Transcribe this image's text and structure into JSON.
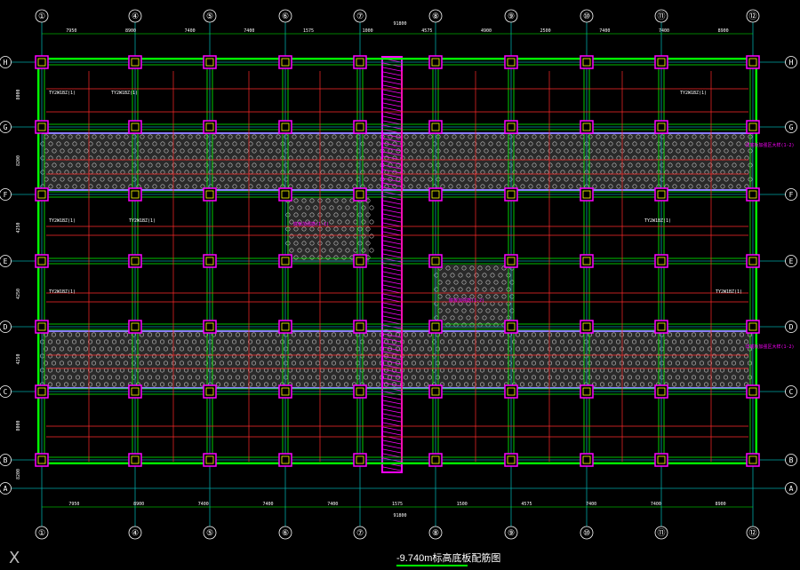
{
  "drawing": {
    "title": "-9.740m标高底板配筋图",
    "total_dimension": "91800",
    "colors": {
      "background": "#000000",
      "axis": "#00a6a6",
      "beam": "#ff2a2a",
      "grid": "#00ff00",
      "column": "#ff00ff",
      "hatch": "#c8c8c8",
      "annotation": "#ffff00",
      "text": "#ffffff"
    },
    "column_axes": [
      "①",
      "④",
      "⑤",
      "⑥",
      "⑦",
      "⑧",
      "⑨",
      "⑩",
      "⑪",
      "⑫"
    ],
    "row_axes": [
      "H",
      "G",
      "F",
      "E",
      "D",
      "C",
      "B",
      "A"
    ],
    "top_spans": [
      "7950",
      "8900",
      "7400",
      "7400",
      "1575",
      "1000",
      "4575",
      "4900",
      "2500",
      "7400",
      "7400",
      "8900"
    ],
    "bottom_spans": [
      "7950",
      "8900",
      "7400",
      "7400",
      "7400",
      "1575",
      "1500",
      "4575",
      "7400",
      "7400",
      "8900"
    ],
    "left_spans": [
      "8000",
      "8200",
      "4250",
      "4250",
      "4250",
      "8000",
      "8200"
    ],
    "beam_labels": [
      "TY2W1BZ(1)",
      "TY2W1BZ(1)",
      "TY2W1BZ(1)",
      "TY2W1BZ(1)",
      "TY2W1BZ(1)",
      "TY2W1BZ(1)",
      "TY2W1BZ(1)",
      "TY2W1BZ(1)"
    ],
    "callouts": [
      "详底板加强区大样(1-2)",
      "详底板加强区大样(1-2)",
      "底板加强筋(1-1)",
      "底板加强筋(1-2)"
    ],
    "corner_mark": "X"
  }
}
